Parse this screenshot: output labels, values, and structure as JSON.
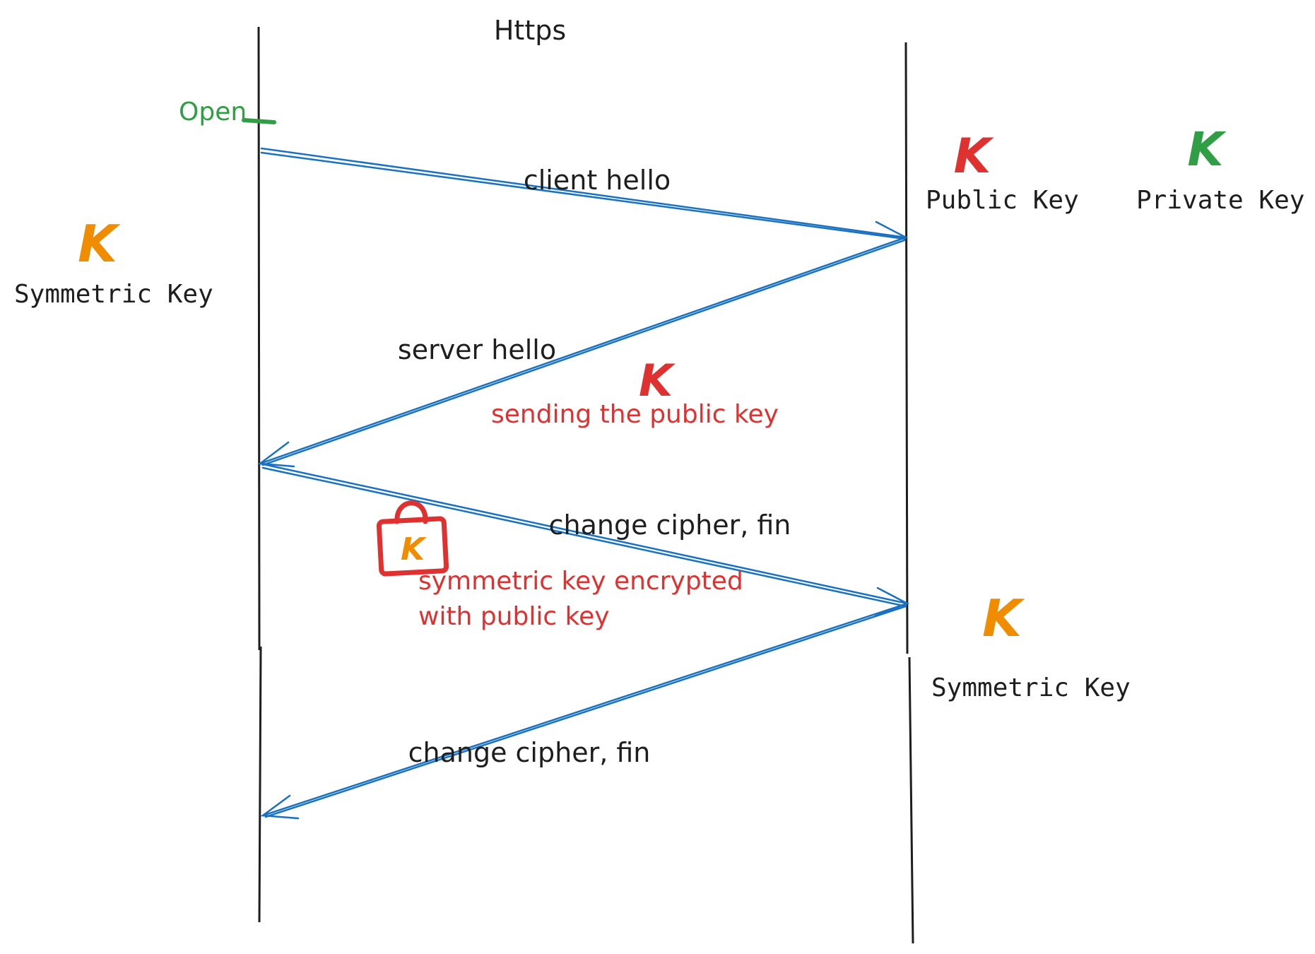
{
  "diagram": {
    "title": "Https",
    "open_label": "Open",
    "left_key_label": "Symmetric Key",
    "public_key_label": "Public Key",
    "private_key_label": "Private Key",
    "right_key_label": "Symmetric Key",
    "key_glyph": "K",
    "messages": [
      {
        "label": "client hello"
      },
      {
        "label": "server hello"
      },
      {
        "label": "change cipher, fin"
      },
      {
        "label": "change cipher, fin"
      }
    ],
    "server_hello_note": "sending the public key",
    "encrypted_note_line1": "symmetric key encrypted",
    "encrypted_note_line2": "with public key"
  },
  "colors": {
    "arrow": "#1971c2",
    "symmetric_key": "#f08c00",
    "public_key": "#e03131",
    "private_key": "#2f9e44",
    "note_red": "#e03131",
    "open_green": "#2f9e44",
    "text": "#1e1e1e",
    "lifeline": "#1e1e1e"
  },
  "icons": [
    "symmetric-key-icon",
    "public-key-icon",
    "private-key-icon",
    "lock-icon"
  ]
}
